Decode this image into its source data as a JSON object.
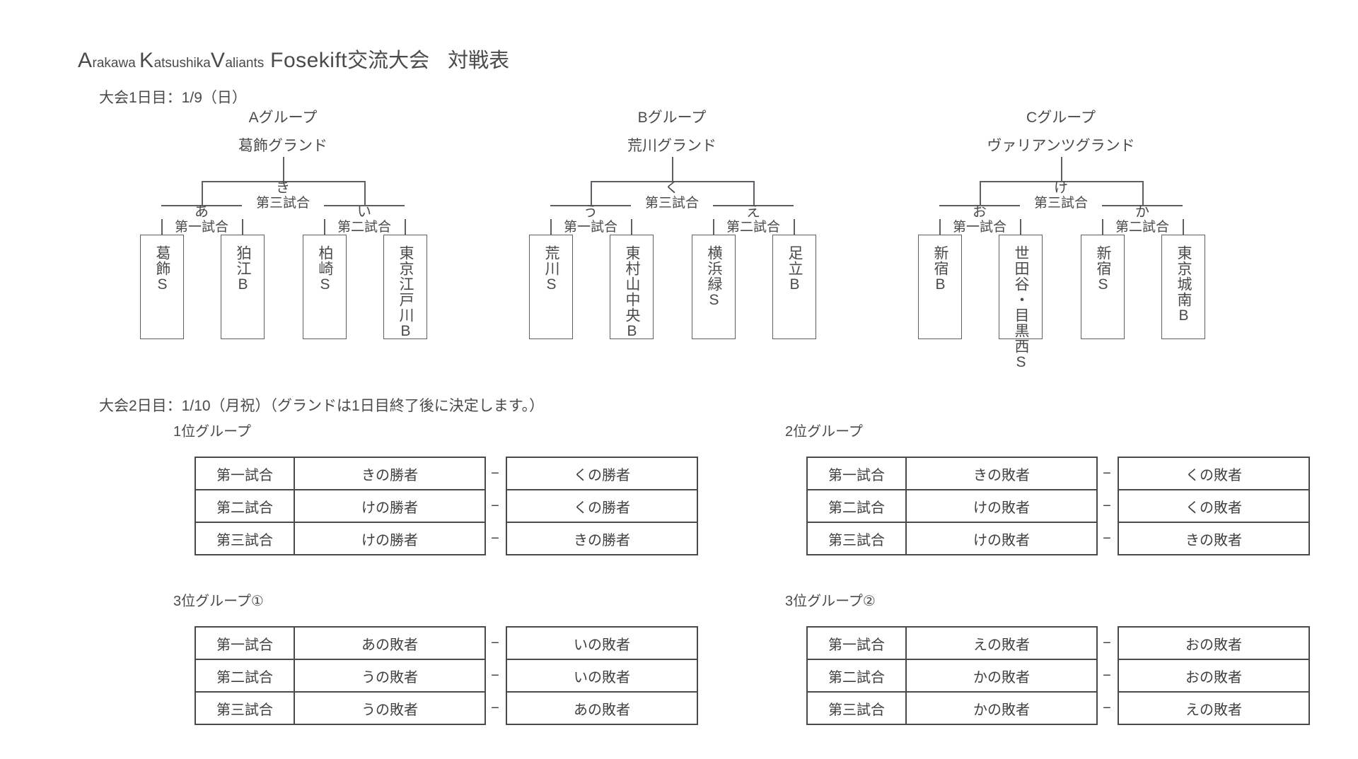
{
  "title": {
    "parts": [
      {
        "text": "A",
        "size": "big"
      },
      {
        "text": "rakawa",
        "size": "sm"
      },
      {
        "text": " ",
        "size": "sm"
      },
      {
        "text": "K",
        "size": "big"
      },
      {
        "text": "atsushika",
        "size": "sm"
      },
      {
        "text": "V",
        "size": "big"
      },
      {
        "text": "aliants",
        "size": "sm"
      },
      {
        "text": " Fosekift",
        "size": "big"
      },
      {
        "text": "交流大会",
        "size": "jp"
      }
    ],
    "suffix": "対戦表",
    "full": "Arakawa Katsushika Valiants Fosekift交流大会　対戦表"
  },
  "day1": {
    "heading": "大会1日目：1/9（日）",
    "groups": [
      {
        "name": "Aグループ",
        "venue": "葛飾グランド",
        "final": {
          "label": "き",
          "sub": "第三試合"
        },
        "semis": [
          {
            "label": "あ",
            "sub": "第一試合"
          },
          {
            "label": "い",
            "sub": "第二試合"
          }
        ],
        "teams": [
          "葛飾S",
          "狛江B",
          "柏崎S",
          "東京江戸川B"
        ]
      },
      {
        "name": "Bグループ",
        "venue": "荒川グランド",
        "final": {
          "label": "く",
          "sub": "第三試合"
        },
        "semis": [
          {
            "label": "う",
            "sub": "第一試合"
          },
          {
            "label": "え",
            "sub": "第二試合"
          }
        ],
        "teams": [
          "荒川S",
          "東村山中央B",
          "横浜緑S",
          "足立B"
        ]
      },
      {
        "name": "Cグループ",
        "venue": "ヴァリアンツグランド",
        "final": {
          "label": "け",
          "sub": "第三試合"
        },
        "semis": [
          {
            "label": "お",
            "sub": "第一試合"
          },
          {
            "label": "か",
            "sub": "第二試合"
          }
        ],
        "teams": [
          "新宿B",
          "世田谷・目黒西S",
          "新宿S",
          "東京城南B"
        ]
      }
    ]
  },
  "day2": {
    "heading": "大会2日目：1/10（月祝）（グランドは1日目終了後に決定します。）",
    "dash": "−",
    "tables": [
      {
        "title": "1位グループ",
        "rows": [
          {
            "match": "第一試合",
            "left": "きの勝者",
            "right": "くの勝者"
          },
          {
            "match": "第二試合",
            "left": "けの勝者",
            "right": "くの勝者"
          },
          {
            "match": "第三試合",
            "left": "けの勝者",
            "right": "きの勝者"
          }
        ]
      },
      {
        "title": "2位グループ",
        "rows": [
          {
            "match": "第一試合",
            "left": "きの敗者",
            "right": "くの敗者"
          },
          {
            "match": "第二試合",
            "left": "けの敗者",
            "right": "くの敗者"
          },
          {
            "match": "第三試合",
            "left": "けの敗者",
            "right": "きの敗者"
          }
        ]
      },
      {
        "title": "3位グループ①",
        "rows": [
          {
            "match": "第一試合",
            "left": "あの敗者",
            "right": "いの敗者"
          },
          {
            "match": "第二試合",
            "left": "うの敗者",
            "right": "いの敗者"
          },
          {
            "match": "第三試合",
            "left": "うの敗者",
            "right": "あの敗者"
          }
        ]
      },
      {
        "title": "3位グループ②",
        "rows": [
          {
            "match": "第一試合",
            "left": "えの敗者",
            "right": "おの敗者"
          },
          {
            "match": "第二試合",
            "left": "かの敗者",
            "right": "おの敗者"
          },
          {
            "match": "第三試合",
            "left": "かの敗者",
            "right": "えの敗者"
          }
        ]
      }
    ]
  }
}
